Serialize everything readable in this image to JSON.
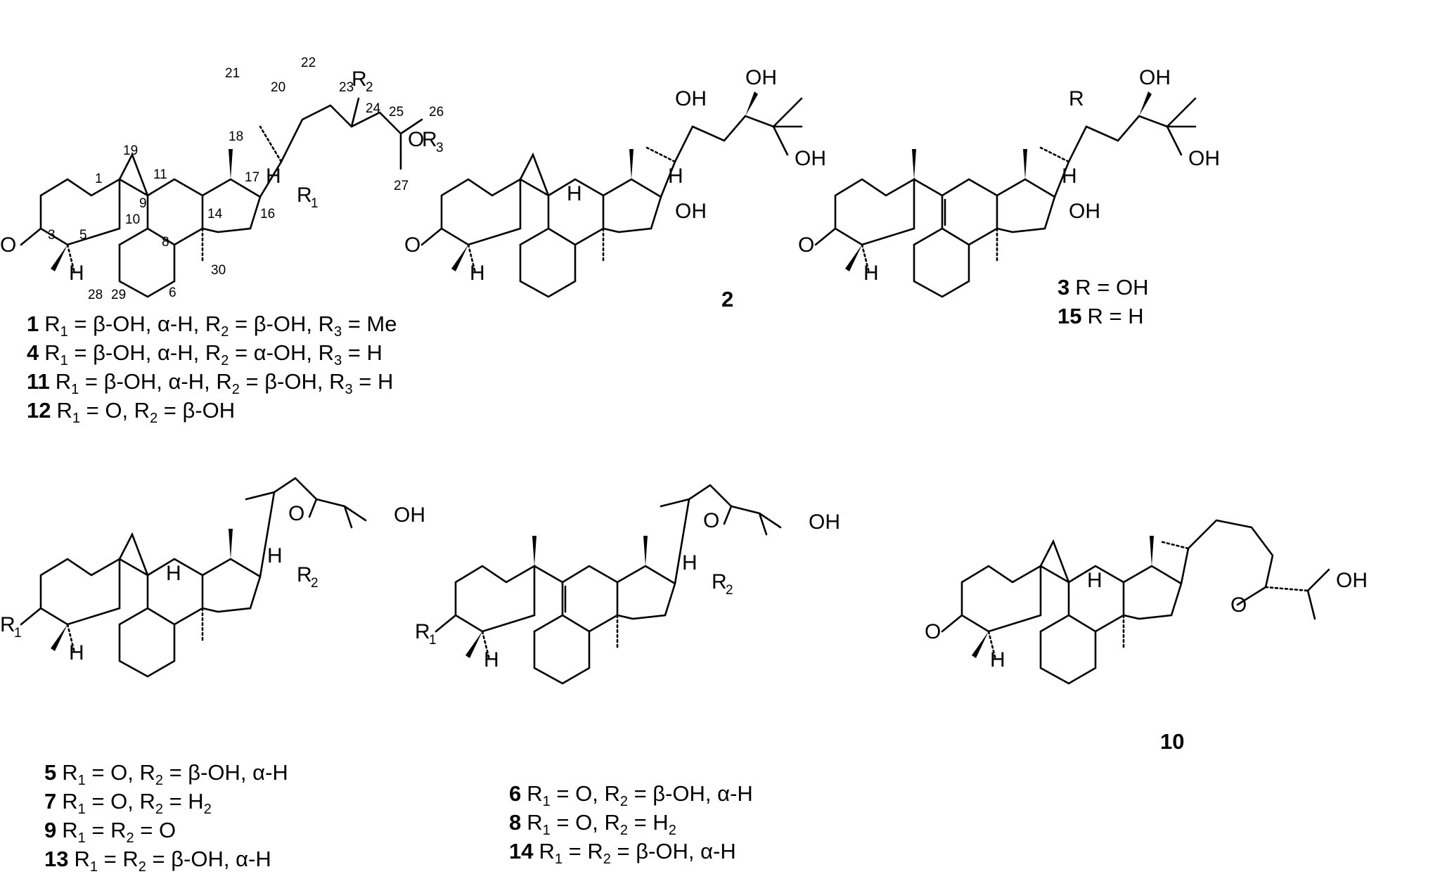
{
  "figure": {
    "structure_1": {
      "atom_labels": [
        "R",
        "2",
        "O",
        "R",
        "3",
        "H",
        "R",
        "1",
        "O",
        "H"
      ],
      "locants": [
        "21",
        "20",
        "22",
        "23",
        "24",
        "25",
        "26",
        "18",
        "17",
        "19",
        "11",
        "27",
        "16",
        "14",
        "9",
        "1",
        "10",
        "8",
        "3",
        "5",
        "30",
        "6",
        "28",
        "29"
      ]
    },
    "structure_2": {
      "atom_labels": [
        "OH",
        "OH",
        "OH",
        "H",
        "OH",
        "H",
        "O",
        "H"
      ]
    },
    "structure_3": {
      "atom_labels": [
        "R",
        "OH",
        "OH",
        "H",
        "OH",
        "O",
        "H"
      ]
    },
    "structure_5": {
      "atom_labels": [
        "OH",
        "O",
        "H",
        "H",
        "R",
        "2",
        "R",
        "1",
        "H"
      ]
    },
    "structure_6": {
      "atom_labels": [
        "OH",
        "O",
        "H",
        "R",
        "2",
        "R",
        "1",
        "H"
      ]
    },
    "structure_10": {
      "atom_labels": [
        "OH",
        "O",
        "H",
        "O",
        "H"
      ]
    }
  },
  "labels": {
    "compound_2": "2",
    "compound_10": "10"
  },
  "captions": {
    "group_1": [
      {
        "num": "1",
        "text": "R1 = β-OH, α-H, R2 = β-OH, R3 = Me"
      },
      {
        "num": "4",
        "text": "R1 = β-OH, α-H, R2 = α-OH, R3 = H"
      },
      {
        "num": "11",
        "text": "R1 = β-OH, α-H, R2 = β-OH, R3 = H"
      },
      {
        "num": "12",
        "text": "R1 = O, R2 = β-OH"
      }
    ],
    "group_3": [
      {
        "num": "3",
        "text": "R = OH"
      },
      {
        "num": "15",
        "text": "R = H"
      }
    ],
    "group_5": [
      {
        "num": "5",
        "text": "R1 = O, R2 = β-OH, α-H"
      },
      {
        "num": "7",
        "text": "R1 = O, R2 = H2"
      },
      {
        "num": "9",
        "text": "R1 = R2 = O"
      },
      {
        "num": "13",
        "text": "R1 = R2 = β-OH, α-H"
      }
    ],
    "group_6": [
      {
        "num": "6",
        "text": "R1 = O, R2 = β-OH, α-H"
      },
      {
        "num": "8",
        "text": "R1 = O, R2 = H2"
      },
      {
        "num": "14",
        "text": "R1 = R2 = β-OH, α-H"
      }
    ]
  }
}
